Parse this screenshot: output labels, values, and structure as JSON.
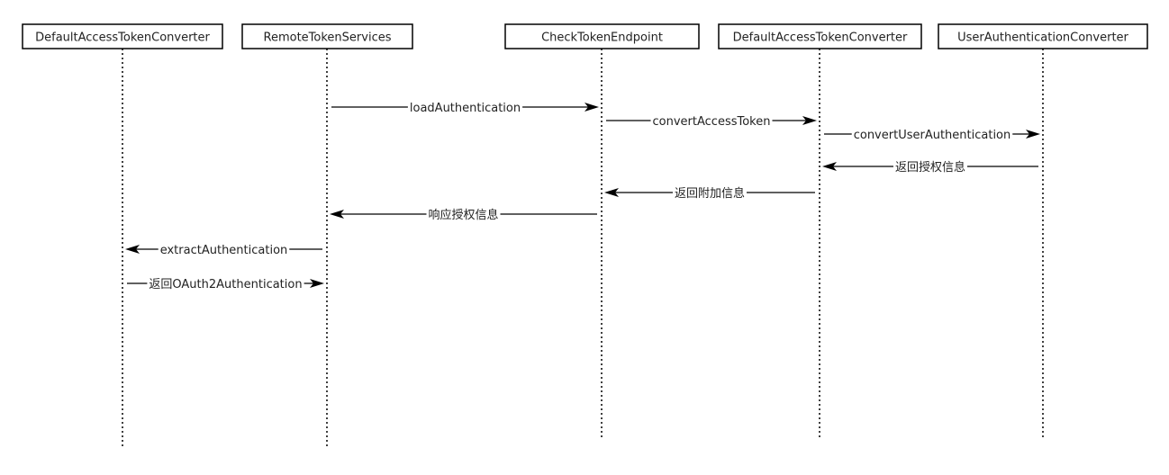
{
  "participants": [
    {
      "id": "p1",
      "label": "DefaultAccessTokenConverter"
    },
    {
      "id": "p2",
      "label": "RemoteTokenServices"
    },
    {
      "id": "p3",
      "label": "CheckTokenEndpoint"
    },
    {
      "id": "p4",
      "label": "DefaultAccessTokenConverter"
    },
    {
      "id": "p5",
      "label": "UserAuthenticationConverter"
    }
  ],
  "messages": [
    {
      "from": "p2",
      "to": "p3",
      "label": "loadAuthentication"
    },
    {
      "from": "p3",
      "to": "p4",
      "label": "convertAccessToken"
    },
    {
      "from": "p4",
      "to": "p5",
      "label": "convertUserAuthentication"
    },
    {
      "from": "p5",
      "to": "p4",
      "label": "返回授权信息"
    },
    {
      "from": "p4",
      "to": "p3",
      "label": "返回附加信息"
    },
    {
      "from": "p3",
      "to": "p2",
      "label": "响应授权信息"
    },
    {
      "from": "p2",
      "to": "p1",
      "label": "extractAuthentication"
    },
    {
      "from": "p1",
      "to": "p2",
      "label": "返回OAuth2Authentication"
    }
  ]
}
